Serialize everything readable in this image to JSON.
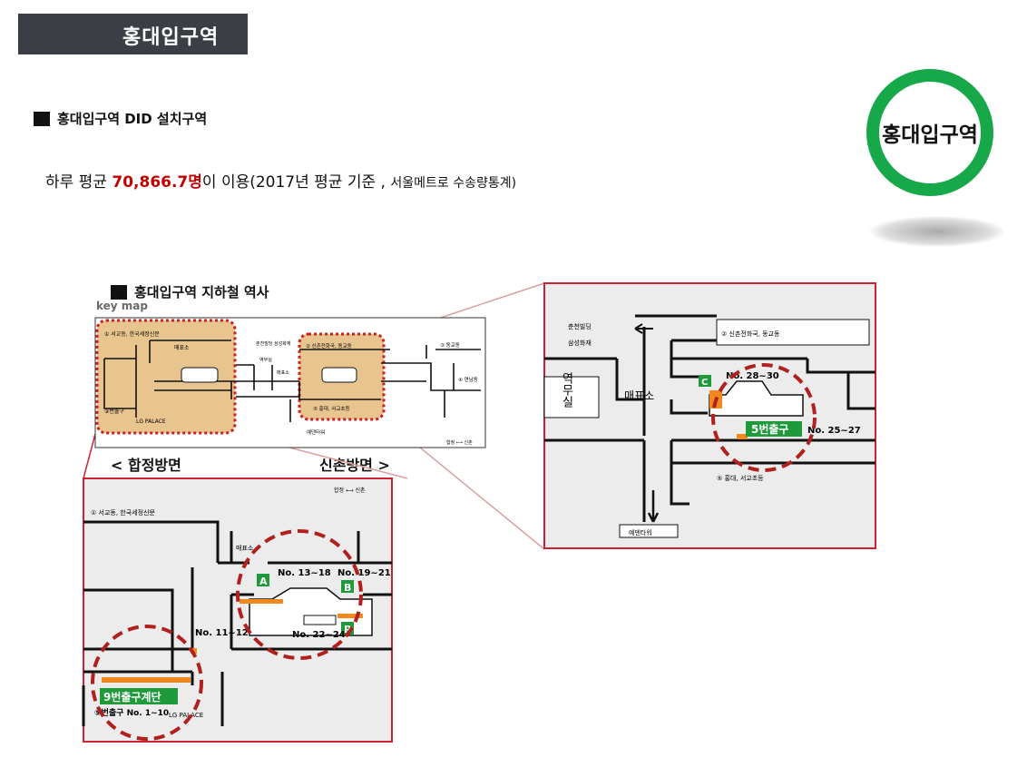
{
  "header": {
    "title": "홍대입구역"
  },
  "section1": {
    "title": "홍대입구역 DID 설치구역"
  },
  "usage": {
    "prefix": "하루 평균 ",
    "value": "70,866.7명",
    "suffix": "이 이용(2017년 평균 기준 , ",
    "source": "서울메트로 수송량통계)"
  },
  "badge": {
    "label": "홍대입구역",
    "color": "#17a84a"
  },
  "section2": {
    "title": "홍대입구역 지하철 역사"
  },
  "keymap": {
    "label": "key map",
    "exit1": "① 서교동, 한국세정신문",
    "ticket1": "매표소",
    "exit9": "⑨번출구",
    "lgpalace": "LG PALACE",
    "building": "춘천빌딩 삼성화재",
    "station": "역무실",
    "ticket2": "매표소",
    "exit2": "② 신촌전화국, 동교동",
    "exit5": "⑤ 홍대, 서교초등",
    "exit3": "③ 동교동",
    "exit4": "④ 연남동",
    "tower": "예댄타워",
    "legend": "합정 ⟷ 신촌"
  },
  "direction_left": "< 합정방면",
  "direction_right": "신촌방면 >",
  "detail_left": {
    "legend": "합정 ⟷ 신촌",
    "exit1": "①  서교동, 한국세정신문",
    "ticket": "매표소",
    "gate_a": "A",
    "gate_b": "B",
    "gate_p": "P",
    "range_a": "No. 13~18",
    "range_b": "No. 19~21",
    "range_c": "No. 22~24",
    "range_d": "No. 11~12",
    "exit9_stairs": "9번출구계단",
    "exit9_range": "⑨번출구  No. 1~10",
    "lgpalace": "LG PALACE"
  },
  "detail_right": {
    "building1": "춘천빌딩",
    "building2": "삼성화재",
    "exit2": "②  신촌전화국, 동교동",
    "station": "역무실",
    "ticket": "매표소",
    "gate_c": "C",
    "range_top": "No. 28~30",
    "exit5_label": "5번출구",
    "range_side": "No. 25~27",
    "exit5": "⑤   홍대, 서교초등",
    "tower": "예덴타워"
  }
}
